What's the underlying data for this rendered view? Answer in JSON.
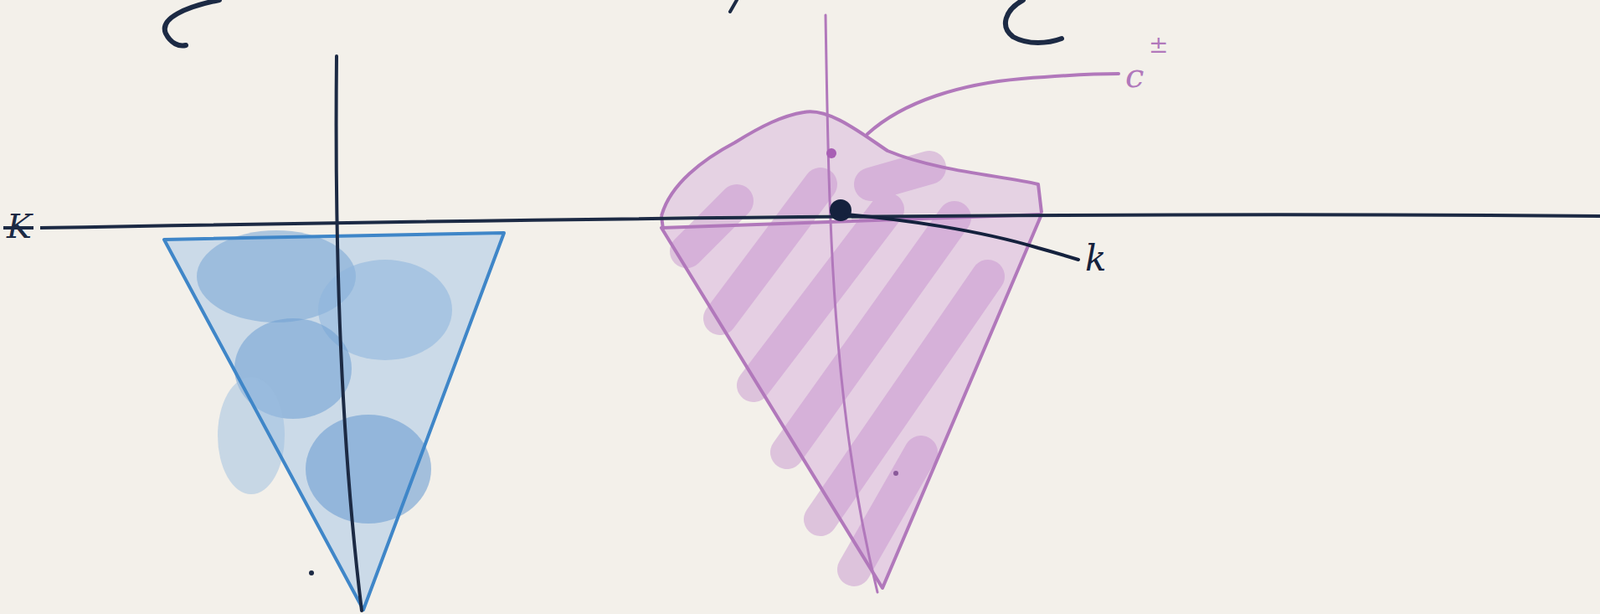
{
  "diagram": {
    "labels": [
      "K",
      "c",
      "±",
      "k"
    ]
  }
}
